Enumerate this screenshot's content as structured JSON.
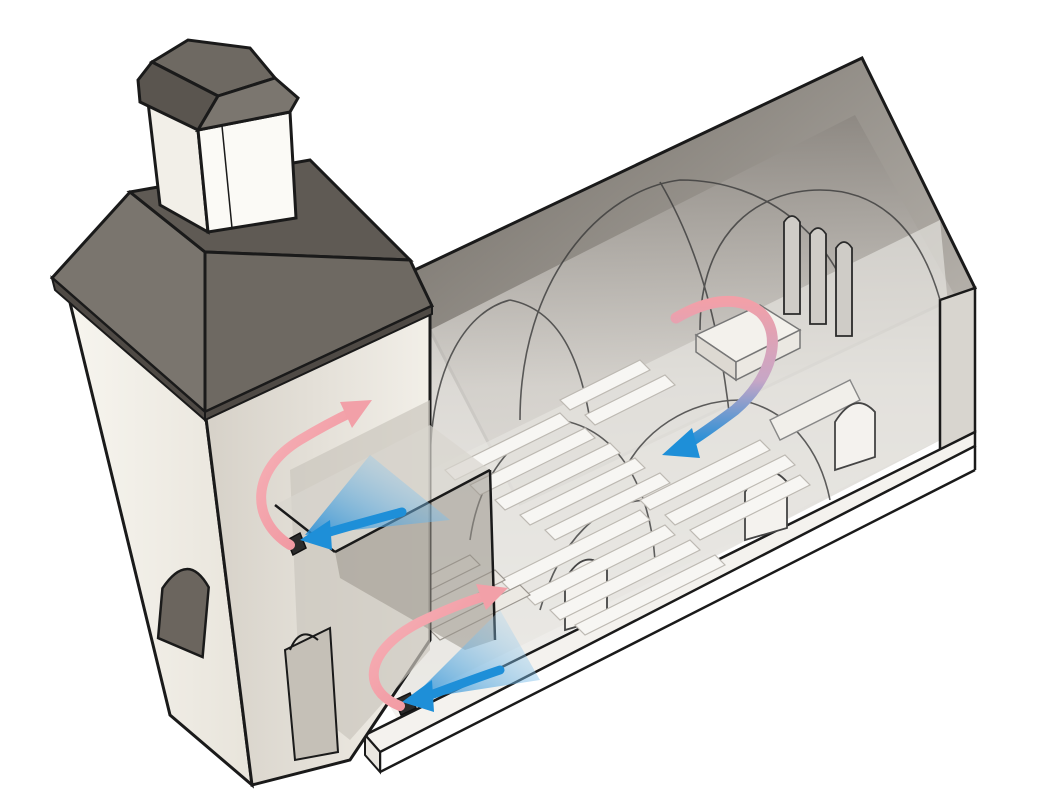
{
  "diagram": {
    "colors": {
      "background": "#ffffff",
      "outline": "#1a1a1a",
      "roof": "#6e6962",
      "roof_dark": "#5a554f",
      "wall_light": "#f4f1ea",
      "wall_shade": "#cfcac2",
      "interior": "#dcd9d4",
      "warm_air": "#f2a0a8",
      "cold_air": "#1e8fd8"
    },
    "icons": {
      "warm_air_arrow": "curved-arrow-warm",
      "cold_air_arrow": "curved-arrow-cold",
      "heater": "heater-unit"
    },
    "components": {
      "heater_count": 2,
      "warm_air_arrows": 3,
      "cold_air_arrows": 3
    }
  }
}
